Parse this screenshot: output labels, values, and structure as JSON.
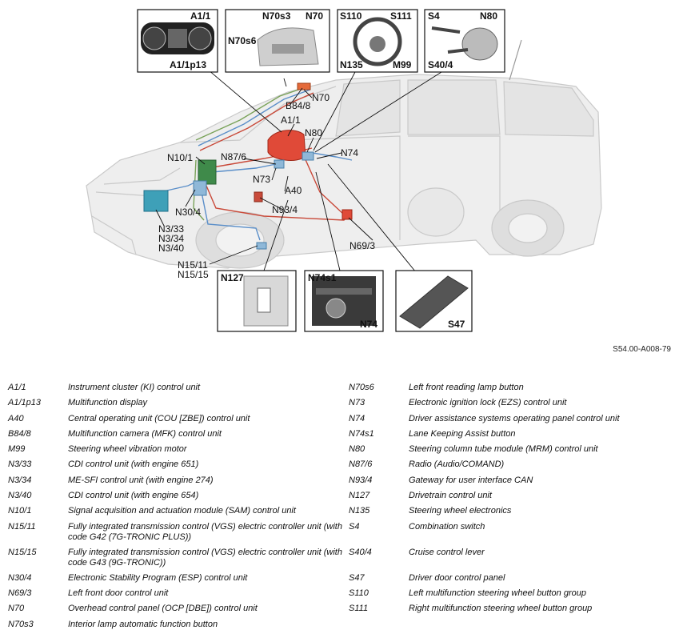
{
  "doc_id": "S54.00-A008-79",
  "callouts": {
    "a1_1": "A1/1",
    "a1_1p13": "A1/1p13",
    "n70s3": "N70s3",
    "n70": "N70",
    "n70s6": "N70s6",
    "s110": "S110",
    "s111": "S111",
    "n135": "N135",
    "m99": "M99",
    "s4": "S4",
    "n80": "N80",
    "s40_4": "S40/4",
    "n127": "N127",
    "n74s1": "N74s1",
    "n74": "N74",
    "s47": "S47"
  },
  "labels": {
    "n70": "N70",
    "b84_8": "B84/8",
    "a1_1": "A1/1",
    "n80": "N80",
    "n74": "N74",
    "n10_1": "N10/1",
    "n87_6": "N87/6",
    "n73": "N73",
    "a40": "A40",
    "n93_4": "N93/4",
    "n30_4": "N30/4",
    "n3_33": "N3/33",
    "n3_34": "N3/34",
    "n3_40": "N3/40",
    "n69_3": "N69/3",
    "n15_11": "N15/11",
    "n15_15": "N15/15"
  },
  "legend": {
    "left": [
      {
        "code": "A1/1",
        "desc": "Instrument cluster (KI) control unit"
      },
      {
        "code": "A1/1p13",
        "desc": "Multifunction display"
      },
      {
        "code": "A40",
        "desc": "Central operating unit (COU [ZBE]) control unit"
      },
      {
        "code": "B84/8",
        "desc": "Multifunction camera (MFK) control unit"
      },
      {
        "code": "M99",
        "desc": "Steering wheel vibration motor"
      },
      {
        "code": "N3/33",
        "desc": "CDI control unit (with engine 651)"
      },
      {
        "code": "N3/34",
        "desc": "ME-SFI control unit (with engine 274)"
      },
      {
        "code": "N3/40",
        "desc": "CDI control unit (with engine 654)"
      },
      {
        "code": "N10/1",
        "desc": "Signal acquisition and actuation module (SAM) control unit"
      },
      {
        "code": "N15/11",
        "desc": "Fully integrated transmission control (VGS) electric controller unit (with code G42 (7G-TRONIC PLUS))"
      },
      {
        "code": "N15/15",
        "desc": "Fully integrated transmission control (VGS) electric controller unit (with code G43 (9G-TRONIC))"
      },
      {
        "code": "N30/4",
        "desc": "Electronic Stability Program (ESP) control unit"
      },
      {
        "code": "N69/3",
        "desc": "Left front door control unit"
      },
      {
        "code": "N70",
        "desc": "Overhead control panel (OCP [DBE]) control unit"
      },
      {
        "code": "N70s3",
        "desc": "Interior lamp automatic function button"
      }
    ],
    "right": [
      {
        "code": "N70s6",
        "desc": "Left front reading lamp button"
      },
      {
        "code": "N73",
        "desc": "Electronic ignition lock (EZS) control unit"
      },
      {
        "code": "N74",
        "desc": "Driver assistance systems operating panel control unit"
      },
      {
        "code": "N74s1",
        "desc": "Lane Keeping Assist button"
      },
      {
        "code": "N80",
        "desc": "Steering column tube module (MRM) control unit"
      },
      {
        "code": "N87/6",
        "desc": "Radio (Audio/COMAND)"
      },
      {
        "code": "N93/4",
        "desc": "Gateway for user interface CAN"
      },
      {
        "code": "N127",
        "desc": "Drivetrain control unit"
      },
      {
        "code": "N135",
        "desc": "Steering wheel electronics"
      },
      {
        "code": "S4",
        "desc": "Combination switch"
      },
      {
        "code": "S40/4",
        "desc": "Cruise control lever"
      },
      {
        "code": "S47",
        "desc": "Driver door control panel"
      },
      {
        "code": "S110",
        "desc": "Left multifunction steering wheel button group"
      },
      {
        "code": "S111",
        "desc": "Right multifunction steering wheel button group"
      }
    ]
  }
}
